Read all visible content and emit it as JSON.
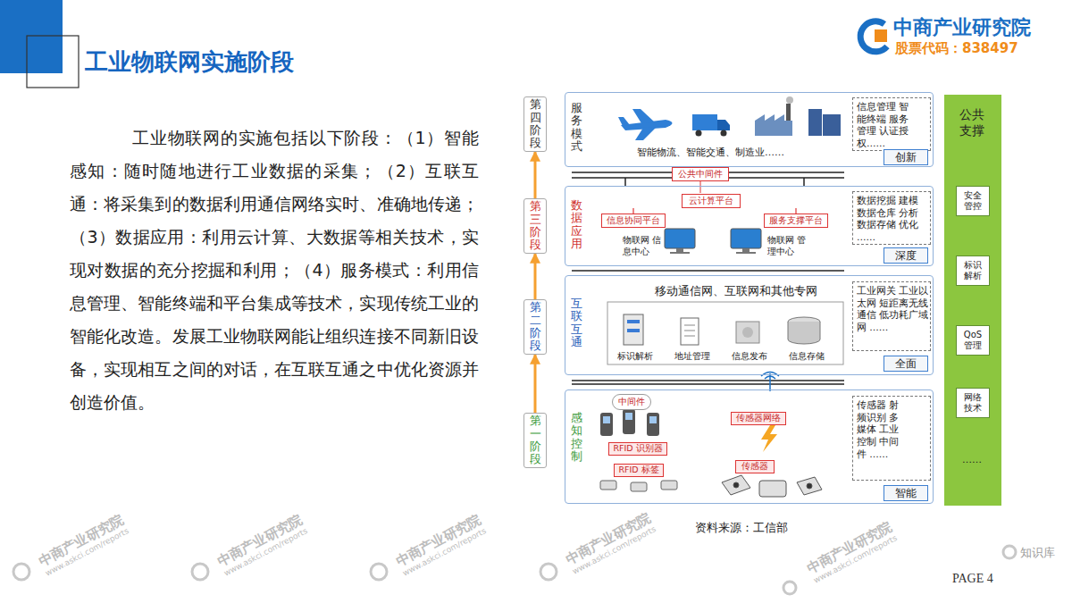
{
  "diagram": {
    "title": "工业物联网实施阶段",
    "nodes": [
      {
        "text": [
          "第四阶段"
        ]
      },
      {
        "text": [
          "服务模式",
          "智能物流、智能交通、制造业……"
        ]
      },
      {
        "text": [
          "信息管理 智能终端 服务管理 认证授权……"
        ],
        "in": 1
      },
      {
        "text": [
          "创新"
        ],
        "in": 1
      },
      {
        "text": [
          "第三阶段"
        ]
      },
      {
        "text": [
          "数据应用",
          "物联网 信息中心",
          "物联网 管理中心"
        ]
      },
      {
        "text": [
          "公共中间件"
        ]
      },
      {
        "text": [
          "云计算平台"
        ],
        "in": 5
      },
      {
        "text": [
          "信息协同平台"
        ],
        "in": 5
      },
      {
        "text": [
          "服务支撑平台"
        ],
        "in": 5
      },
      {
        "text": [
          "数据挖掘 建模 数据仓库 分析 数据存储 优化 ……"
        ],
        "in": 5
      },
      {
        "text": [
          "深度"
        ],
        "in": 5
      },
      {
        "text": [
          "第二阶段"
        ]
      },
      {
        "text": [
          "互联互通",
          "移动通信网、互联网和其他专网",
          "标识解析",
          "地址管理",
          "信息发布",
          "信息存储"
        ]
      },
      {
        "text": [
          "工业网关 工业以太网 短距离无线通信 低功耗广域网 ……"
        ],
        "in": 13
      },
      {
        "text": [
          "全面"
        ],
        "in": 13
      },
      {
        "text": [
          "第一阶段"
        ]
      },
      {
        "text": [
          "感知控制"
        ]
      },
      {
        "text": [
          "中间件"
        ],
        "in": 17
      },
      {
        "text": [
          "RFID 识别器"
        ],
        "in": 17
      },
      {
        "text": [
          "RFID 标签"
        ],
        "in": 17
      },
      {
        "text": [
          "传感器网络"
        ],
        "in": 17
      },
      {
        "text": [
          "传感器"
        ],
        "in": 17
      },
      {
        "text": [
          "传感器 射频识别 多媒体 工业控制 中间件 ……"
        ],
        "in": 17
      },
      {
        "text": [
          "智能"
        ],
        "in": 17
      },
      {
        "text": [
          "公共支撑"
        ]
      },
      {
        "text": [
          "安全管控"
        ],
        "in": 25
      },
      {
        "text": [
          "标识解析"
        ],
        "in": 25
      },
      {
        "text": [
          "QoS管理"
        ],
        "in": 25
      },
      {
        "text": [
          "网络技术"
        ],
        "in": 25
      }
    ],
    "edges": [
      {
        "from": 16,
        "to": 12,
        "arrow": "to"
      },
      {
        "from": 12,
        "to": 4,
        "arrow": "to"
      },
      {
        "from": 4,
        "to": 0,
        "arrow": "to"
      },
      {
        "from": 7,
        "to": 8,
        "arrow": "none"
      },
      {
        "from": 7,
        "to": 9,
        "arrow": "none"
      }
    ],
    "labels": [
      "中商产业研究院",
      "股票代码：838497",
      "工业物联网的实施包括以下阶段：（1）智能感知：随时随地进行工业数据的采集；（2）互联互通：将采集到的数据利用通信网络实时、准确地传递；（3）数据应用：利用云计算、大数据等相关技术，实现对数据的充分挖掘和利用；（4）服务模式：利用信息管理、智能终端和平台集成等技术，实现传统工业的智能化改造。发展工业物联网能让组织连接不同新旧设备，实现相互之间的对话，在互联互通之中优化资源并创造价值。",
      "资料来源：工信部",
      "PAGE 4",
      "知识库",
      "……",
      "中商产业研究院",
      "www.askci.com/reports",
      "中商产业研究院",
      "www.askci.com/reports",
      "中商产业研究院",
      "www.askci.com/reports",
      "中商产业研究院",
      "www.askci.com/reports",
      "中商产业研究院",
      "www.askci.com/reports"
    ]
  }
}
